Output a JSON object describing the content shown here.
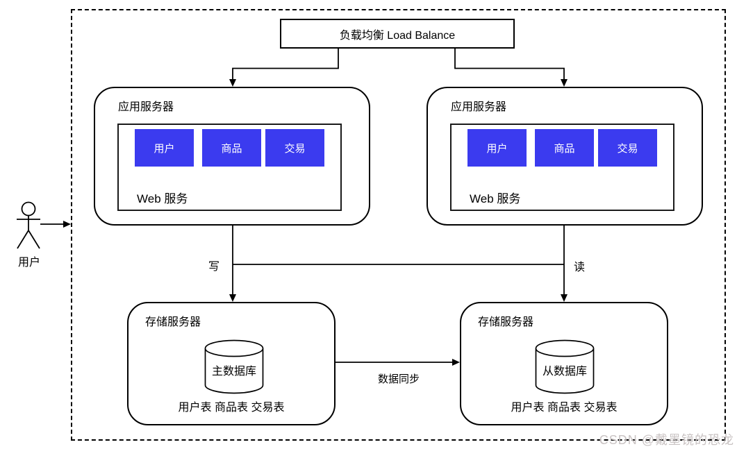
{
  "load_balancer": {
    "label": "负载均衡 Load Balance"
  },
  "actor": {
    "label": "用户"
  },
  "app_servers": [
    {
      "title": "应用服务器",
      "container_label": "Web 服务",
      "modules": [
        "用户",
        "商品",
        "交易"
      ]
    },
    {
      "title": "应用服务器",
      "container_label": "Web 服务",
      "modules": [
        "用户",
        "商品",
        "交易"
      ]
    }
  ],
  "storage_servers": [
    {
      "title": "存储服务器",
      "database": "主数据库",
      "tables": "用户表 商品表 交易表"
    },
    {
      "title": "存储服务器",
      "database": "从数据库",
      "tables": "用户表 商品表 交易表"
    }
  ],
  "edge_labels": {
    "write": "写",
    "read": "读",
    "sync": "数据同步"
  },
  "watermark": "CSDN @戴墨镜的恐龙",
  "colors": {
    "module_fill": "#3b3bef",
    "module_text": "#ffffff",
    "line": "#000000",
    "watermark": "#c9c3c3"
  }
}
